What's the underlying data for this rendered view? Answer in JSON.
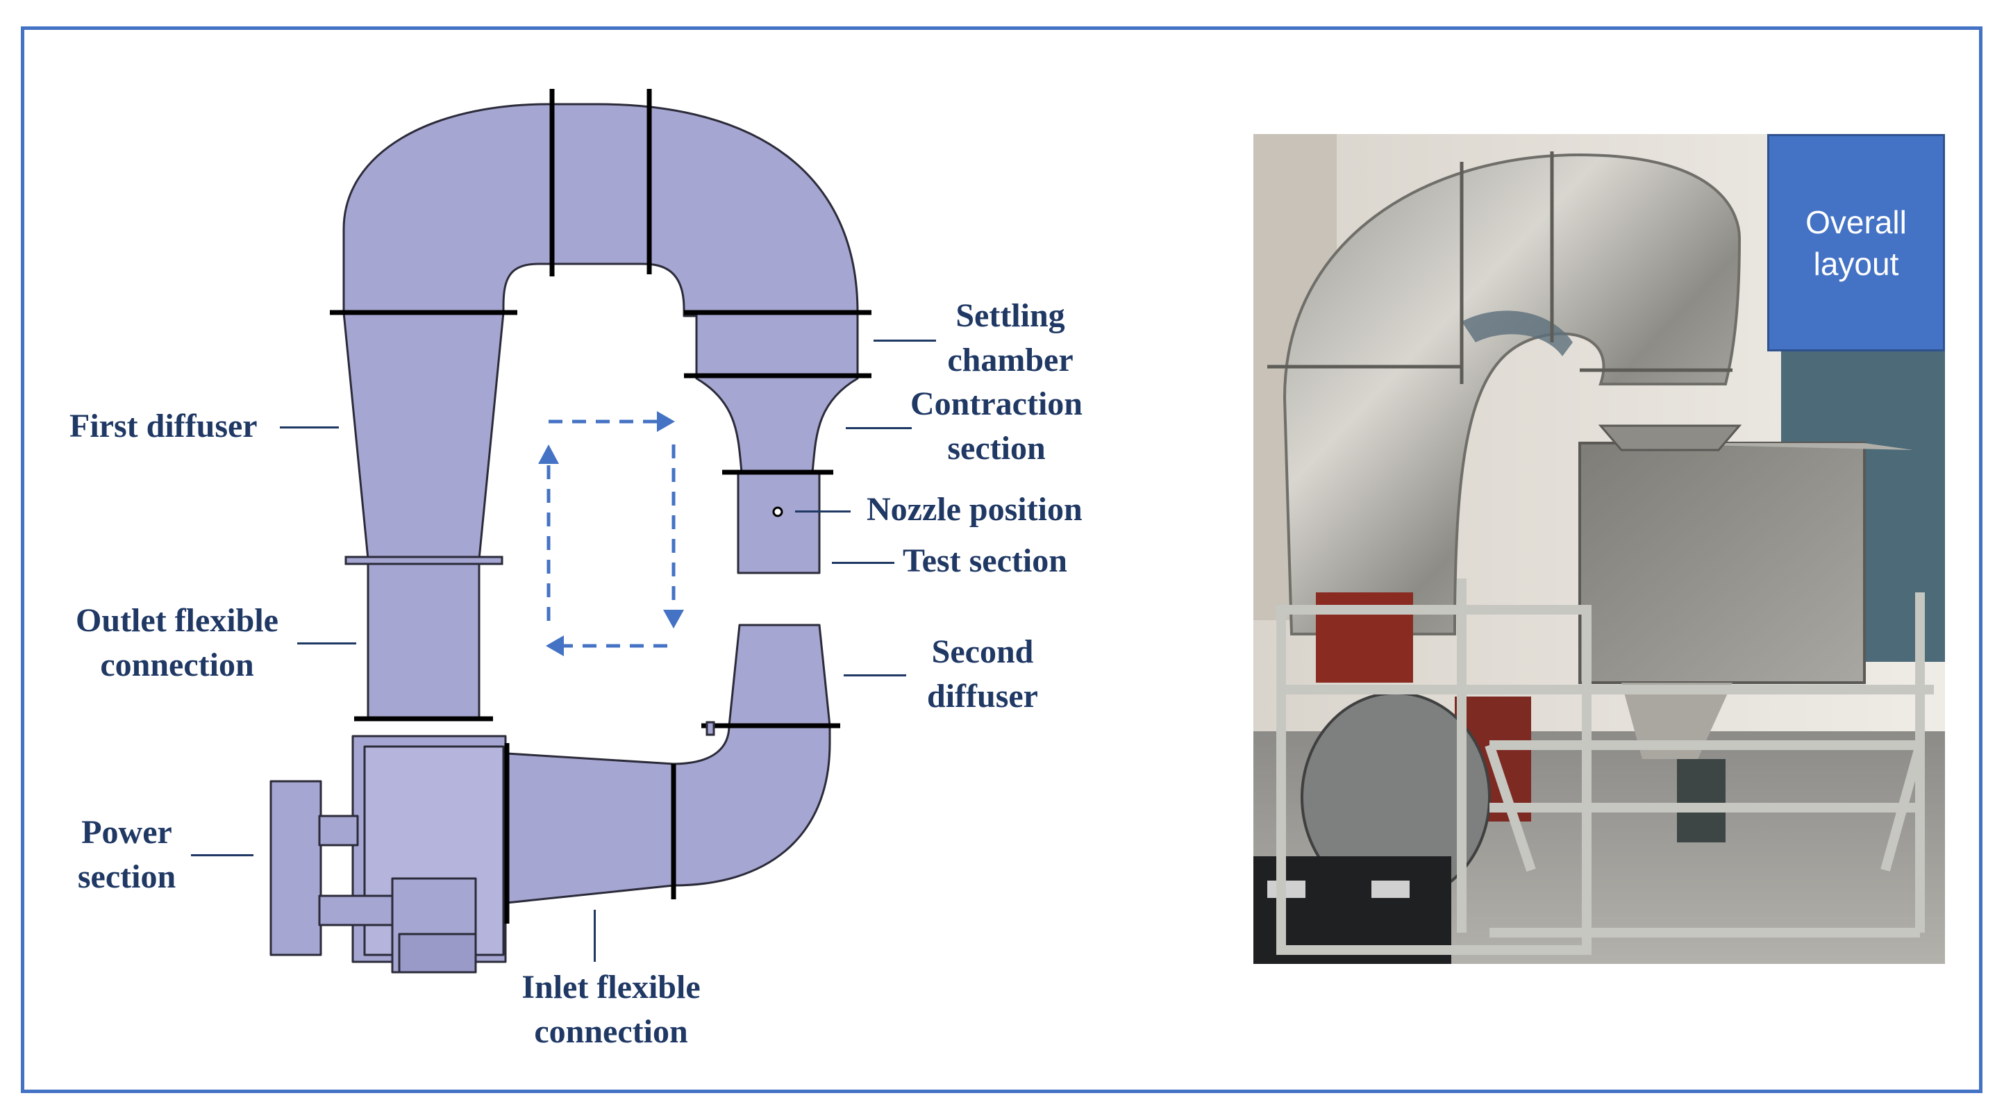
{
  "labels": {
    "first_diffuser": "First diffuser",
    "settling_line1": "Settling",
    "settling_line2": "chamber",
    "contraction_line1": "Contraction",
    "contraction_line2": "section",
    "nozzle_position": "Nozzle position",
    "test_section": "Test section",
    "outlet_line1": "Outlet flexible",
    "outlet_line2": "connection",
    "second_line1": "Second",
    "second_line2": "diffuser",
    "power_line1": "Power",
    "power_line2": "section",
    "inlet_line1": "Inlet flexible",
    "inlet_line2": "connection"
  },
  "photo_caption": {
    "line1": "Overall",
    "line2": "layout"
  },
  "colors": {
    "frame": "#4472c4",
    "duct_fill": "#a6a6d2",
    "label_text": "#1f3864",
    "flow_arrow": "#4472c4",
    "pointer_arrow": "#ff0000",
    "caption_box": "#4472c4"
  }
}
